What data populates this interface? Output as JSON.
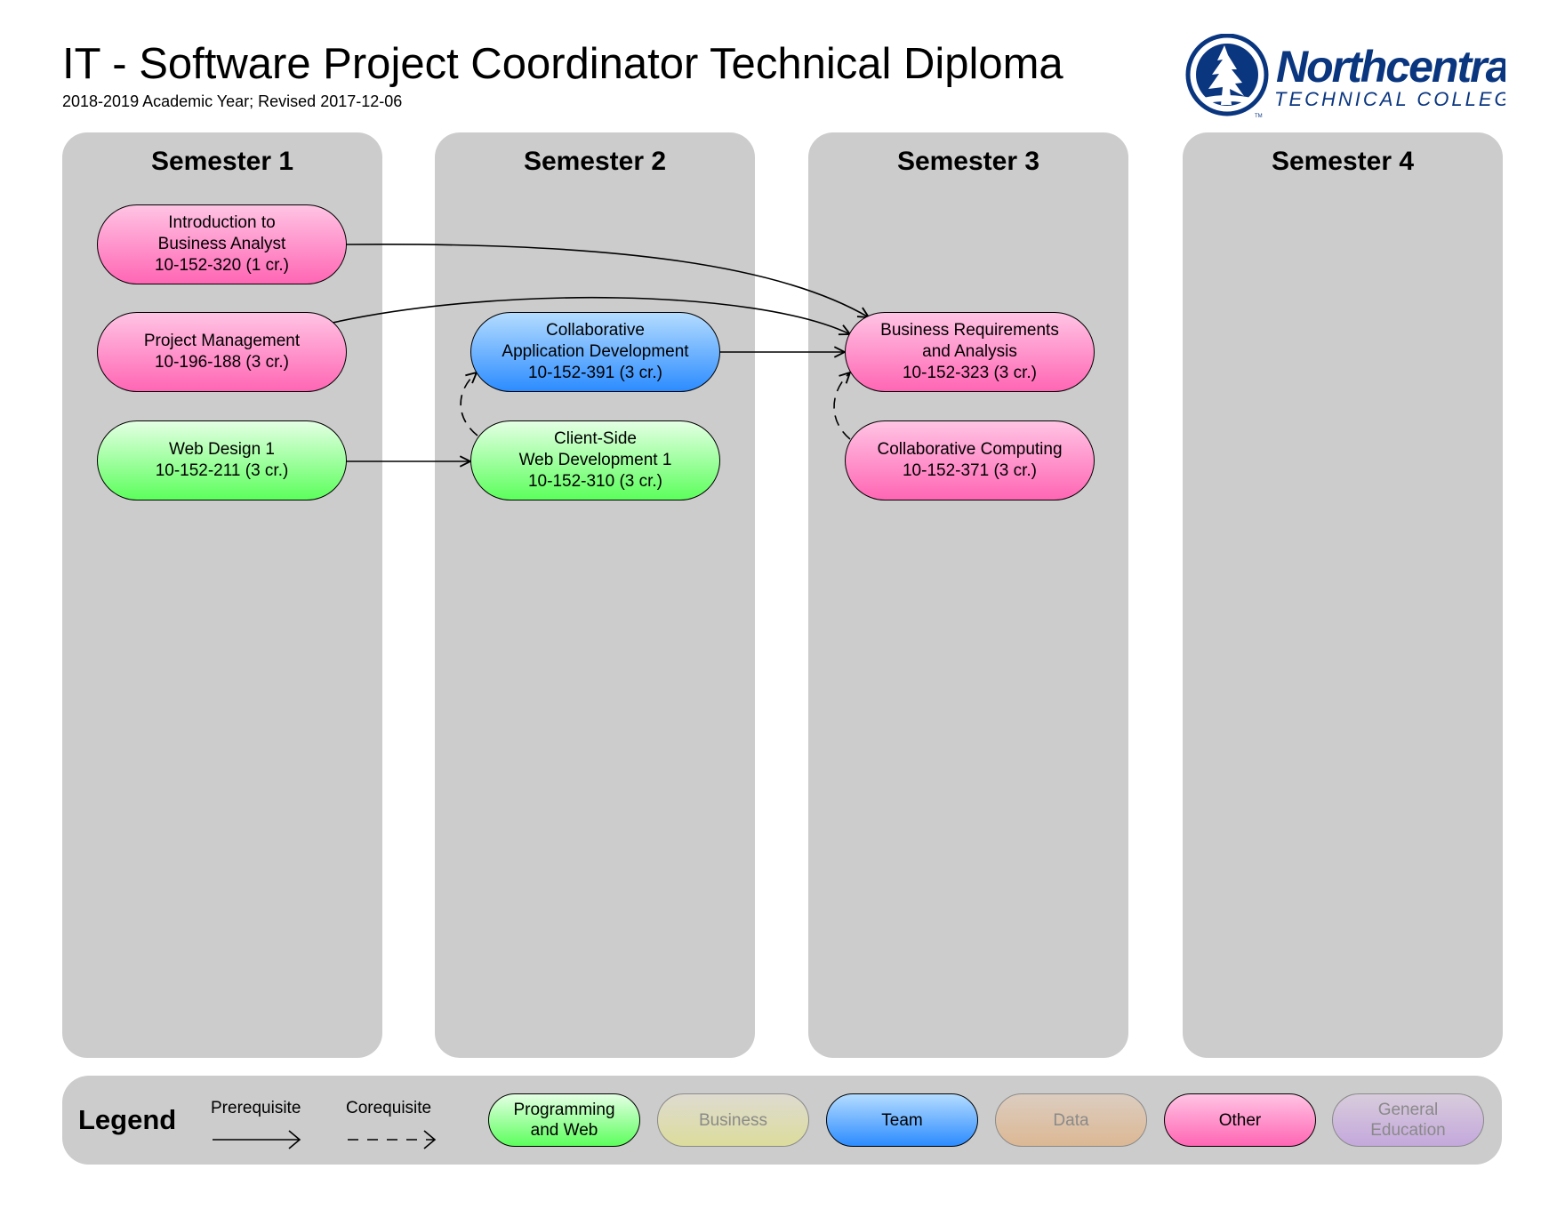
{
  "header": {
    "title": "IT - Software Project Coordinator Technical Diploma",
    "subtitle": "2018-2019 Academic Year; Revised 2017-12-06",
    "logo_text": {
      "name": "Northcentral",
      "tagline": "TECHNICAL COLLEGE",
      "tm": "TM"
    }
  },
  "semesters": [
    {
      "title": "Semester 1"
    },
    {
      "title": "Semester 2"
    },
    {
      "title": "Semester 3"
    },
    {
      "title": "Semester 4"
    }
  ],
  "courses": {
    "intro_ba": {
      "lines": [
        "Introduction to",
        "Business Analyst",
        "10-152-320 (1 cr.)"
      ],
      "category": "Other"
    },
    "project_mgmt": {
      "lines": [
        "Project Management",
        "10-196-188 (3 cr.)"
      ],
      "category": "Other"
    },
    "web_design_1": {
      "lines": [
        "Web Design 1",
        "10-152-211 (3 cr.)"
      ],
      "category": "Programming and Web"
    },
    "collab_app_dev": {
      "lines": [
        "Collaborative",
        "Application Development",
        "10-152-391 (3 cr.)"
      ],
      "category": "Team"
    },
    "client_side_web": {
      "lines": [
        "Client-Side",
        "Web Development 1",
        "10-152-310 (3 cr.)"
      ],
      "category": "Programming and Web"
    },
    "bus_req": {
      "lines": [
        "Business Requirements",
        "and Analysis",
        "10-152-323 (3 cr.)"
      ],
      "category": "Other"
    },
    "collab_computing": {
      "lines": [
        "Collaborative Computing",
        "10-152-371 (3 cr.)"
      ],
      "category": "Other"
    }
  },
  "relations": [
    {
      "from": "intro_ba",
      "to": "bus_req",
      "type": "prerequisite"
    },
    {
      "from": "project_mgmt",
      "to": "bus_req",
      "type": "prerequisite"
    },
    {
      "from": "collab_app_dev",
      "to": "bus_req",
      "type": "prerequisite"
    },
    {
      "from": "web_design_1",
      "to": "client_side_web",
      "type": "prerequisite"
    },
    {
      "from": "client_side_web",
      "to": "collab_app_dev",
      "type": "corequisite"
    },
    {
      "from": "collab_computing",
      "to": "bus_req",
      "type": "corequisite"
    }
  ],
  "legend": {
    "title": "Legend",
    "prerequisite": "Prerequisite",
    "corequisite": "Corequisite",
    "categories": [
      {
        "lines": [
          "Programming",
          "and Web"
        ],
        "color": "#5cff5c"
      },
      {
        "lines": [
          "Business"
        ],
        "color": "#dcdc9c"
      },
      {
        "lines": [
          "Team"
        ],
        "color": "#2c8cff"
      },
      {
        "lines": [
          "Data"
        ],
        "color": "#dcb894"
      },
      {
        "lines": [
          "Other"
        ],
        "color": "#ff66b4"
      },
      {
        "lines": [
          "General",
          "Education"
        ],
        "color": "#c4a8dc"
      }
    ]
  }
}
